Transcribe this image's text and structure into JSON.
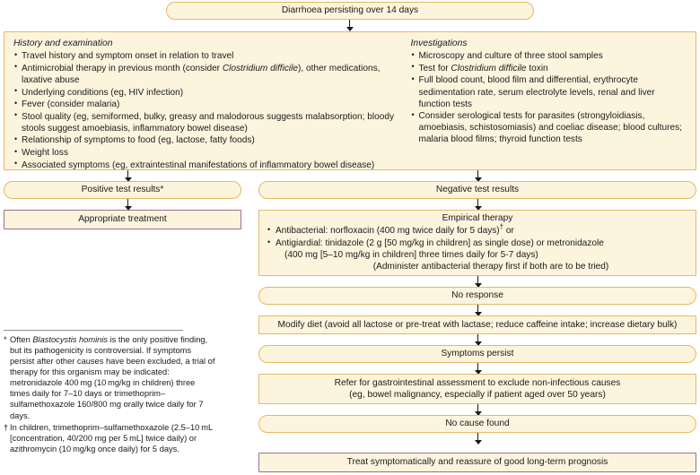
{
  "colors": {
    "box_fill": "#fdf4de",
    "box_border": "#e6b960",
    "highlight_border": "#9c6f8c",
    "text": "#1a1a1a",
    "rule": "#8d8d8d"
  },
  "nodes": {
    "start": {
      "label": "Diarrhoea persisting over 14 days"
    },
    "assessment_panel": {
      "history": {
        "heading": "History and examination",
        "items": [
          "Travel history and symptom onset in relation to travel",
          "Antimicrobial therapy in previous month (consider Clostridium difficile), other medications, laxative abuse",
          "Underlying conditions (eg, HIV infection)",
          "Fever (consider malaria)",
          "Stool quality (eg, semiformed, bulky, greasy and malodorous suggests malabsorption; bloody stools suggest amoebiasis, inflammatory bowel disease)",
          "Relationship of symptoms to food (eg, lactose, fatty foods)",
          "Weight loss",
          "Associated symptoms (eg, extraintestinal manifestations of inflammatory bowel disease)"
        ]
      },
      "investigations": {
        "heading": "Investigations",
        "items": [
          "Microscopy and culture of three stool samples",
          "Test for Clostridium difficile toxin",
          "Full blood count, blood film and differential, erythrocyte sedimentation rate, serum electrolyte levels, renal and liver function tests",
          "Consider serological tests for parasites (strongyloidiasis, amoebiasis, schistosomiasis) and coeliac disease; blood cultures; malaria blood films; thyroid function tests"
        ]
      }
    },
    "positive_results": {
      "label": "Positive test results*"
    },
    "appropriate_treatment": {
      "label": "Appropriate treatment"
    },
    "negative_results": {
      "label": "Negative test results"
    },
    "empirical_therapy": {
      "title": "Empirical therapy",
      "item1_pre": "Antibacterial: norfloxacin (400 mg twice daily for 5 days)",
      "item1_mark": "†",
      "item1_post": " or",
      "item2": "Antigiardial: tinidazole (2 g [50 mg/kg in children] as single dose) or metronidazole",
      "item2_cont": "(400 mg [5–10 mg/kg in children] three times daily for 5-7 days)",
      "note": "(Administer antibacterial therapy first if both are to be tried)"
    },
    "no_response": {
      "label": "No response"
    },
    "modify_diet": {
      "label": "Modify diet (avoid all lactose or pre-treat with lactase; reduce caffeine intake; increase dietary bulk)"
    },
    "symptoms_persist": {
      "label": "Symptoms persist"
    },
    "refer_gi": {
      "line1": "Refer for gastrointestinal assessment to exclude non-infectious causes",
      "line2": "(eg, bowel malignancy, especially if patient aged over 50 years)"
    },
    "no_cause_found": {
      "label": "No cause found"
    },
    "treat_symptomatically": {
      "label": "Treat symptomatically and reassure of good long-term prognosis"
    }
  },
  "footnotes": [
    {
      "mark": "*",
      "text_a": "Often ",
      "italic": "Blastocystis hominis",
      "text_b": " is the only positive finding, but its pathogenicity is controversial. If symptoms persist after other causes have been excluded, a trial of therapy for this organism may be indicated: metronidazole 400 mg (10 mg/kg in children) three times daily for 7–10 days or trimethoprim–sulfamethoxazole 160/800 mg orally twice daily for 7 days."
    },
    {
      "mark": "†",
      "text_a": "In children, trimethoprim–sulfamethoxazole (2.5–10 mL [concentration, 40/200 mg per 5 mL] twice daily) or azithromycin (10 mg/kg once daily) for 5 days.",
      "italic": "",
      "text_b": ""
    }
  ]
}
